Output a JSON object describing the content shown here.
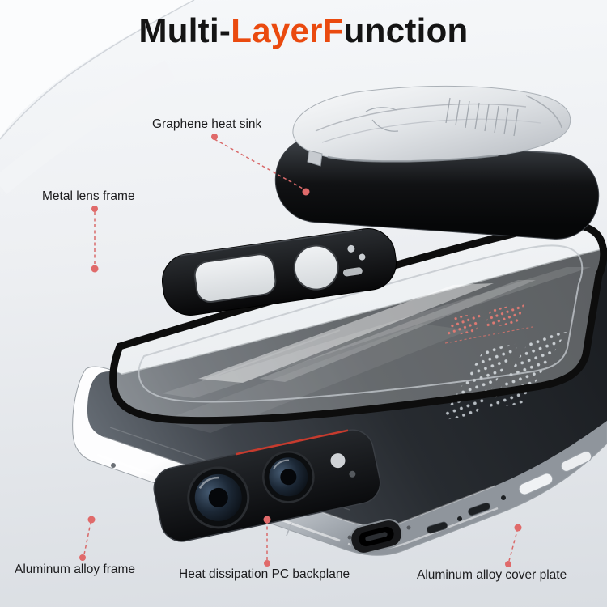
{
  "title": {
    "part1": "Multi-",
    "part2": "Layer",
    "part3": "F",
    "part4": "unction"
  },
  "callouts": {
    "graphene_heat_sink": "Graphene heat sink",
    "metal_lens_frame": "Metal lens frame",
    "aluminum_alloy_frame": "Aluminum alloy frame",
    "heat_dissipation_pc_backplane": "Heat dissipation PC backplane",
    "aluminum_alloy_cover_plate": "Aluminum alloy cover plate"
  },
  "colors": {
    "title_text": "#141414",
    "title_accent": "#ea4a0f",
    "label_text": "#1b1b1d",
    "callout_red": "#e06a6a",
    "background_top": "#f6f8fa",
    "background_bottom": "#d9dde2",
    "frame_silver": "#c9cdd2",
    "backplane_black": "#0a0b0c"
  }
}
